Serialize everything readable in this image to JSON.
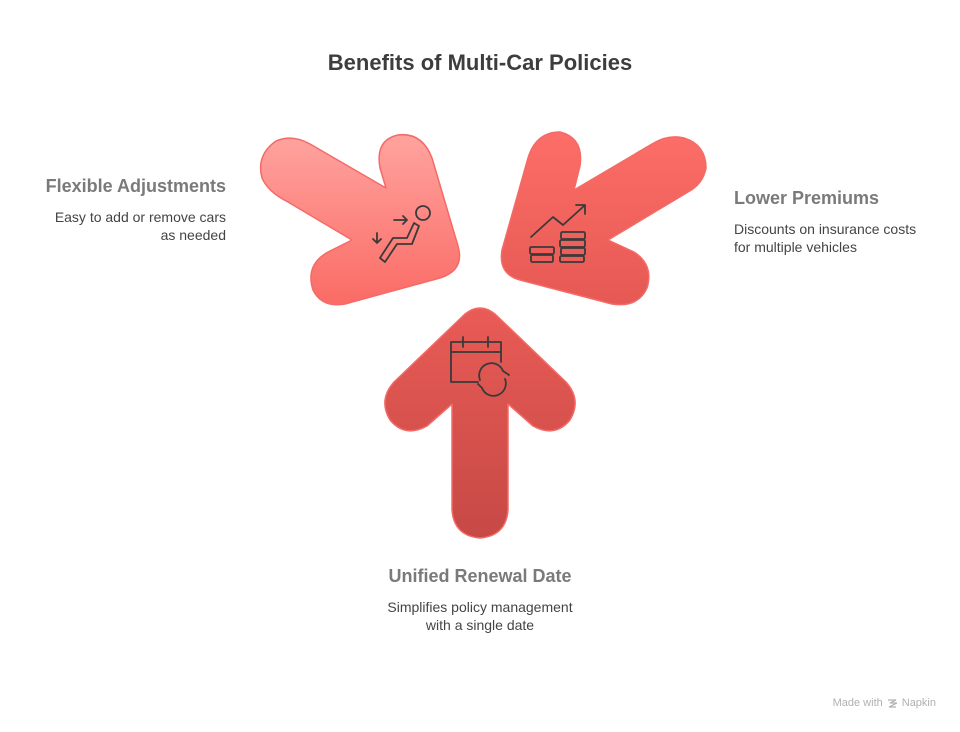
{
  "title": "Benefits of Multi-Car Policies",
  "items": [
    {
      "heading": "Flexible Adjustments",
      "description": "Easy to add or remove cars as needed",
      "icon": "reclining-seat-icon",
      "color_top": "#ff9e9a",
      "color_bottom": "#fb6e68"
    },
    {
      "heading": "Lower Premiums",
      "description": "Discounts on insurance costs for multiple vehicles",
      "icon": "coins-growth-icon",
      "color_top": "#fd6d67",
      "color_bottom": "#e85a55"
    },
    {
      "heading": "Unified Renewal Date",
      "description": "Simplifies policy management with a single date",
      "icon": "calendar-refresh-icon",
      "color_top": "#e85a55",
      "color_bottom": "#c94a47"
    }
  ],
  "footer": {
    "made_with": "Made with",
    "brand": "Napkin"
  },
  "colors": {
    "outline": "#f46a66",
    "icon_stroke": "#3a3a3a",
    "heading": "#7a7a7a",
    "body": "#444444"
  }
}
